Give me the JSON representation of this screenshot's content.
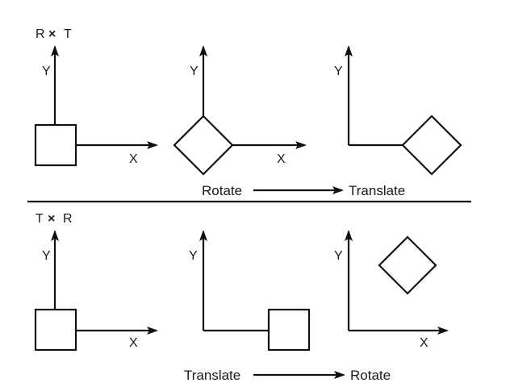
{
  "top_panel": {
    "title_left": "R",
    "title_op": "×",
    "title_right": "T",
    "axis_y": "Y",
    "axis_x": "X",
    "caption_from": "Rotate",
    "caption_to": "Translate"
  },
  "bottom_panel": {
    "title_left": "T",
    "title_op": "×",
    "title_right": "R",
    "axis_y": "Y",
    "axis_x": "X",
    "caption_from": "Translate",
    "caption_to": "Rotate"
  },
  "colors": {
    "ink": "#111111",
    "background": "#ffffff"
  }
}
